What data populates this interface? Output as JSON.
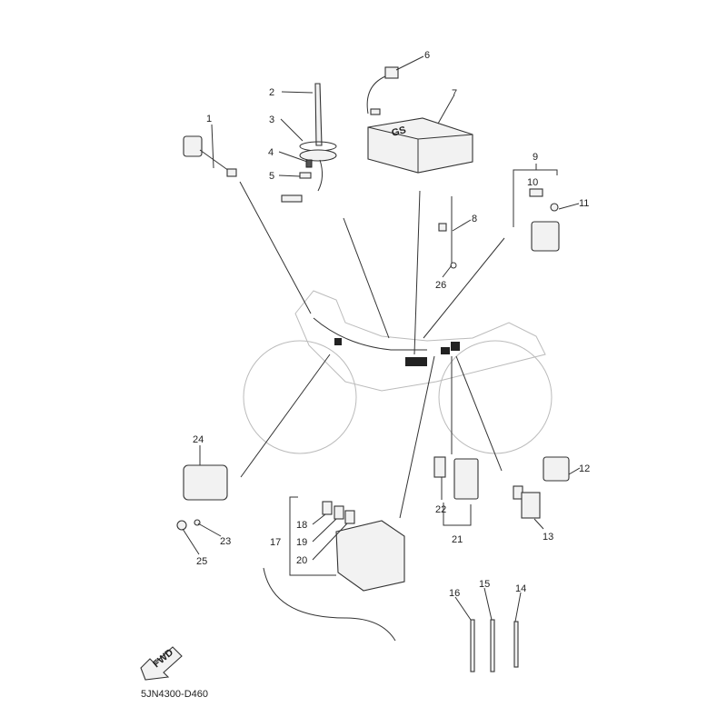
{
  "diagram": {
    "code": "5JN4300-D460",
    "fwd_label": "FWD",
    "battery_mark": "GS",
    "callouts": [
      "1",
      "2",
      "3",
      "4",
      "5",
      "6",
      "7",
      "8",
      "9",
      "10",
      "11",
      "12",
      "13",
      "14",
      "15",
      "16",
      "17",
      "18",
      "19",
      "20",
      "21",
      "22",
      "23",
      "24",
      "25",
      "26"
    ]
  }
}
